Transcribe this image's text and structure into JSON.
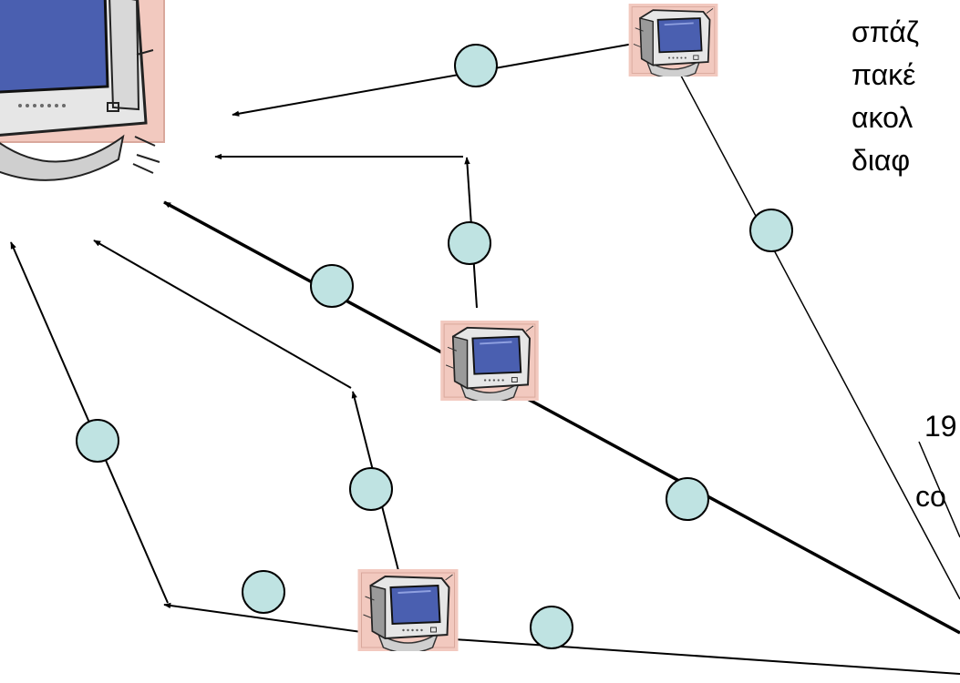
{
  "caption": {
    "lines": [
      "σπάζ",
      "πακέ",
      "ακολ",
      "διαφ"
    ]
  },
  "side_text": {
    "line1": "19",
    "line2": "co"
  },
  "colors": {
    "packet_fill": "#bfe3e2",
    "stroke": "#000000",
    "monitor_bg": "#f2c9bf",
    "monitor_screen": "#4a5fb0",
    "monitor_case": "#e6e6e6"
  },
  "icons": {
    "computer": "crt-monitor-clipart-icon",
    "packet": "circle-packet-icon"
  }
}
